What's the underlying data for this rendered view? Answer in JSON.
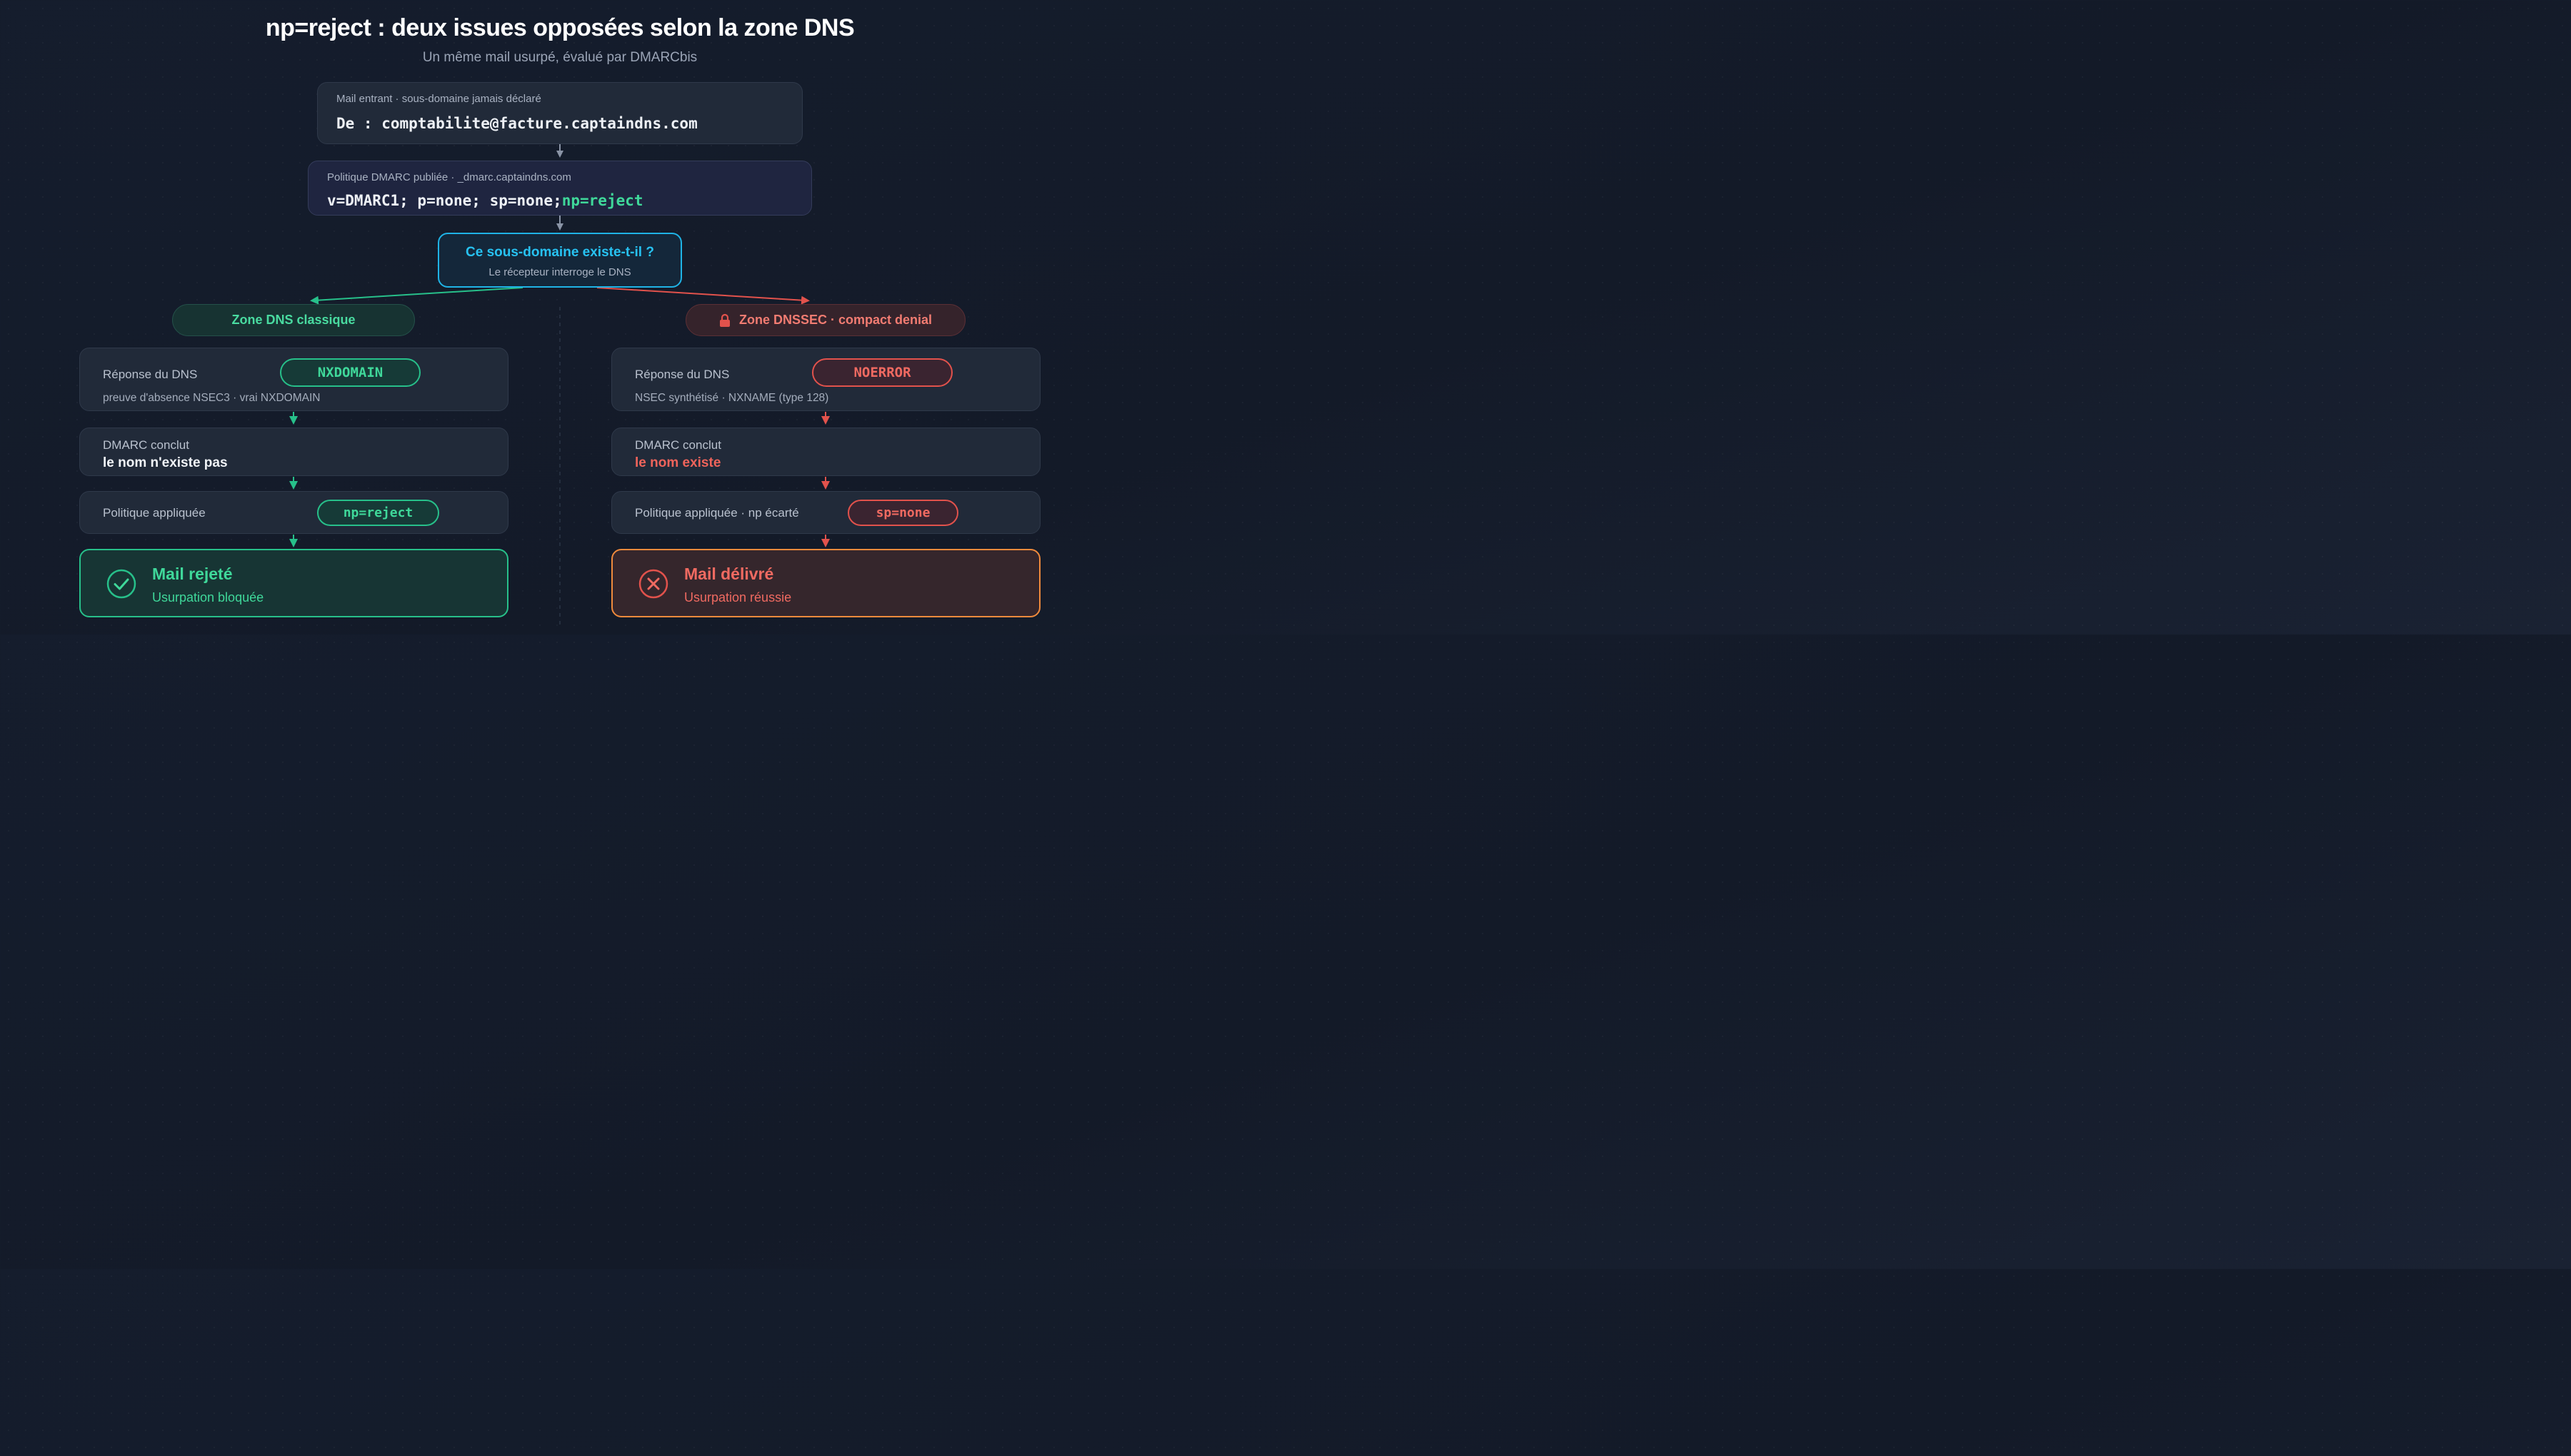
{
  "header": {
    "title": "np=reject : deux issues opposées selon la zone DNS",
    "subtitle": "Un même mail usurpé, évalué par DMARCbis"
  },
  "incoming": {
    "label": "Mail entrant · sous-domaine jamais déclaré",
    "from": "De : comptabilite@facture.captaindns.com"
  },
  "policy": {
    "label": "Politique DMARC publiée · _dmarc.captaindns.com",
    "record_main": "v=DMARC1; p=none; sp=none;",
    "record_np": "np=reject"
  },
  "question": {
    "title": "Ce sous-domaine existe-t-il ?",
    "subtitle": "Le récepteur interroge le DNS"
  },
  "left": {
    "zone_label": "Zone DNS classique",
    "dns_label": "Réponse du DNS",
    "dns_code": "NXDOMAIN",
    "dns_detail": "preuve d'absence NSEC3 · vrai NXDOMAIN",
    "conclusion_label": "DMARC conclut",
    "conclusion_value": "le nom n'existe pas",
    "policy_label": "Politique appliquée",
    "policy_value": "np=reject",
    "result_title": "Mail rejeté",
    "result_sub": "Usurpation bloquée",
    "result_icon": "check-circle-icon"
  },
  "right": {
    "zone_label": "Zone DNSSEC · compact denial",
    "zone_icon": "lock-icon",
    "dns_label": "Réponse du DNS",
    "dns_code": "NOERROR",
    "dns_detail": "NSEC synthétisé · NXNAME (type 128)",
    "conclusion_label": "DMARC conclut",
    "conclusion_value": "le nom existe",
    "policy_label": "Politique appliquée · np écarté",
    "policy_value": "sp=none",
    "result_title": "Mail délivré",
    "result_sub": "Usurpation réussie",
    "result_icon": "x-circle-icon"
  },
  "colors": {
    "green": "#27c08a",
    "red": "#e2524c",
    "cyan": "#1fb3e6",
    "orange": "#f08a3c",
    "background": "#141c2b"
  }
}
